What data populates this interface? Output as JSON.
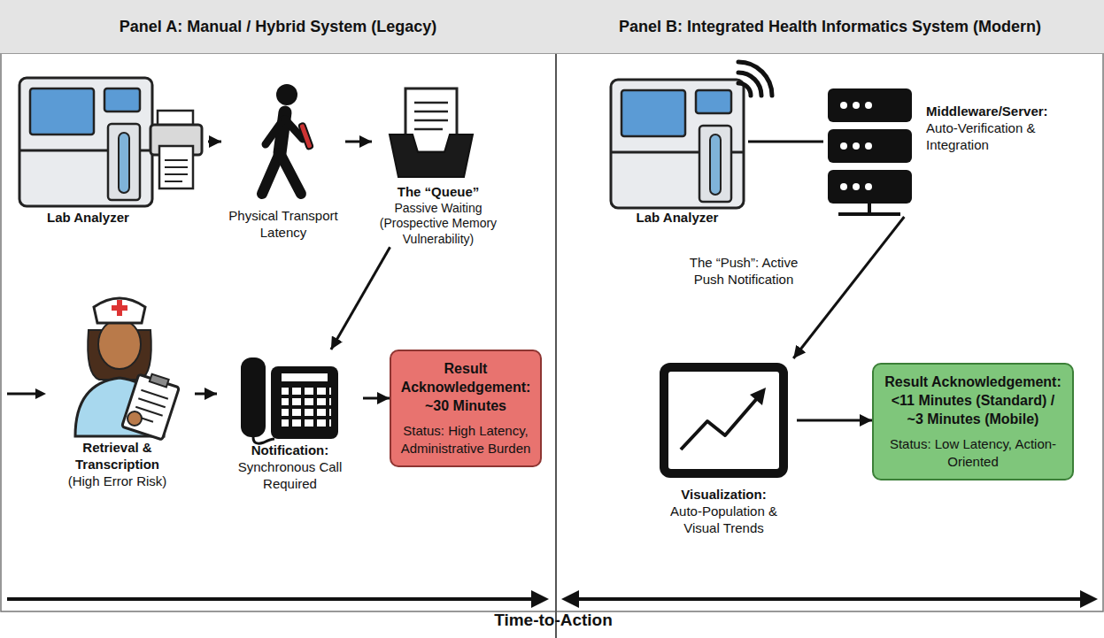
{
  "diagram": {
    "nodes": [
      {
        "text": [
          "Panel A: Manual / Hybrid System (Legacy)"
        ]
      },
      {
        "text": [
          "Lab Analyzer"
        ],
        "in": 0
      },
      {
        "text": [
          "Physical Transport Latency"
        ],
        "in": 0
      },
      {
        "text": [
          "The “Queue”",
          "Passive Waiting (Prospective Memory Vulnerability)"
        ],
        "in": 0
      },
      {
        "text": [
          "Retrieval & Transcription",
          "(High Error Risk)"
        ],
        "in": 0
      },
      {
        "text": [
          "Notification:",
          "Synchronous Call Required"
        ],
        "in": 0
      },
      {
        "text": [
          "Result Acknowledgement: ~30 Minutes",
          "Status: High Latency, Administrative Burden"
        ],
        "in": 0
      },
      {
        "text": [
          "Panel B: Integrated Health Informatics System (Modern)"
        ]
      },
      {
        "text": [
          "Lab Analyzer"
        ],
        "in": 7
      },
      {
        "text": [
          "Middleware/Server:",
          "Auto-Verification & Integration"
        ],
        "in": 7
      },
      {
        "text": [
          "Visualization:",
          "Auto-Population & Visual Trends"
        ],
        "in": 7
      },
      {
        "text": [
          "Result Acknowledgement: <11 Minutes (Standard) / ~3 Minutes (Mobile)",
          "Status: Low Latency, Action-Oriented"
        ],
        "in": 7
      }
    ],
    "edges": [
      {
        "from": 1,
        "to": 2,
        "arrow": "to"
      },
      {
        "from": 2,
        "to": 3,
        "arrow": "to"
      },
      {
        "from": 3,
        "to": 5,
        "arrow": "to"
      },
      {
        "from": 4,
        "to": 5,
        "arrow": "to"
      },
      {
        "from": 5,
        "to": 6,
        "arrow": "to"
      },
      {
        "from": 8,
        "to": 9,
        "arrow": "none"
      },
      {
        "from": 9,
        "to": 10,
        "arrow": "to",
        "label": "The “Push”: Active Push Notification"
      },
      {
        "from": 10,
        "to": 11,
        "arrow": "to"
      }
    ],
    "labels": [
      "Time-to-Action"
    ]
  }
}
